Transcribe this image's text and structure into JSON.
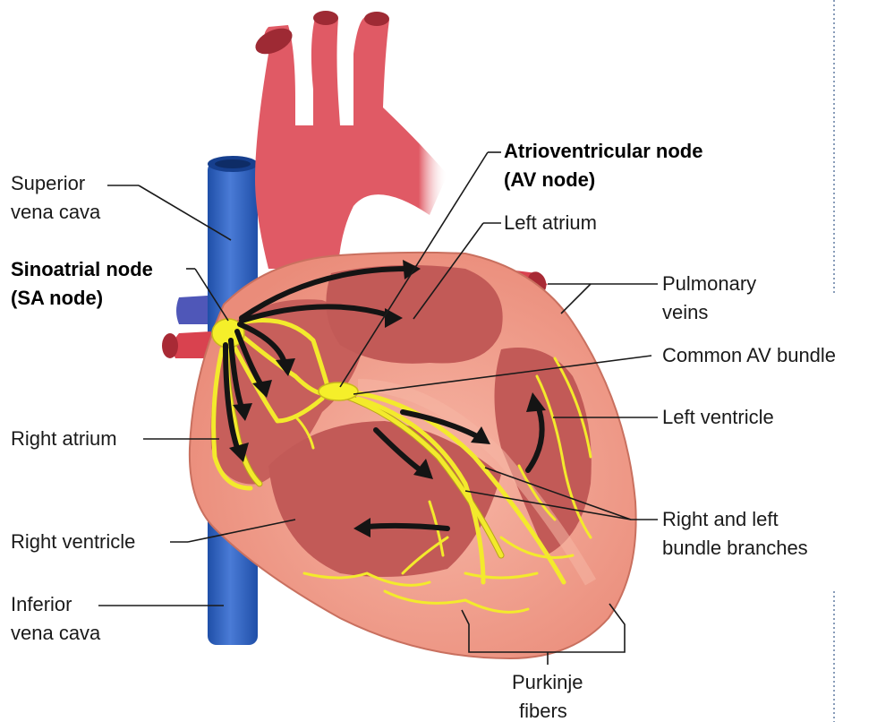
{
  "labels": {
    "superior_vena_cava": [
      "Superior",
      "vena cava"
    ],
    "sinoatrial_node": [
      "Sinoatrial node",
      "(SA node)"
    ],
    "right_atrium": "Right atrium",
    "right_ventricle": "Right ventricle",
    "inferior_vena_cava": [
      "Inferior",
      "vena cava"
    ],
    "av_node": [
      "Atrioventricular node",
      "(AV node)"
    ],
    "left_atrium": "Left atrium",
    "pulmonary_veins": [
      "Pulmonary",
      "veins"
    ],
    "common_av_bundle": "Common AV bundle",
    "left_ventricle": "Left ventricle",
    "bundle_branches": [
      "Right and left",
      "bundle branches"
    ],
    "purkinje_fibers": [
      "Purkinje",
      "fibers"
    ]
  },
  "colors": {
    "vena_cava": "#2f5fb8",
    "aorta": "#e0525e",
    "heart_outer": "#f0a08e",
    "chamber": "#c9605c",
    "conduction": "#f3ea2c",
    "arrow": "#141414"
  }
}
